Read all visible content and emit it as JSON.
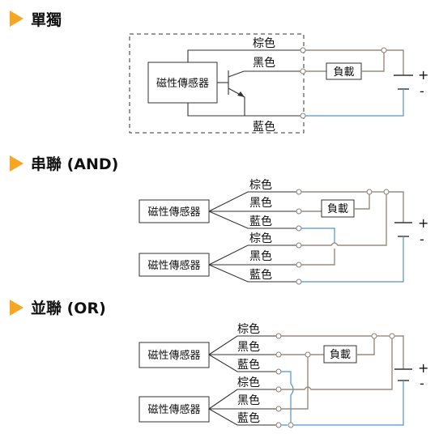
{
  "sections": [
    {
      "title": "單獨"
    },
    {
      "title": "串聯  (AND)"
    },
    {
      "title": "並聯 (OR)"
    }
  ],
  "labels": {
    "sensor": "磁性傳感器",
    "brown": "棕色",
    "black": "黑色",
    "blue": "藍色",
    "load": "負載",
    "plus": "+",
    "minus": "-"
  },
  "colors": {
    "heading_marker": "#f5a623",
    "brown_wire": "#9b8a7d",
    "blue_wire": "#4f93d0",
    "black_wire": "#333333"
  }
}
